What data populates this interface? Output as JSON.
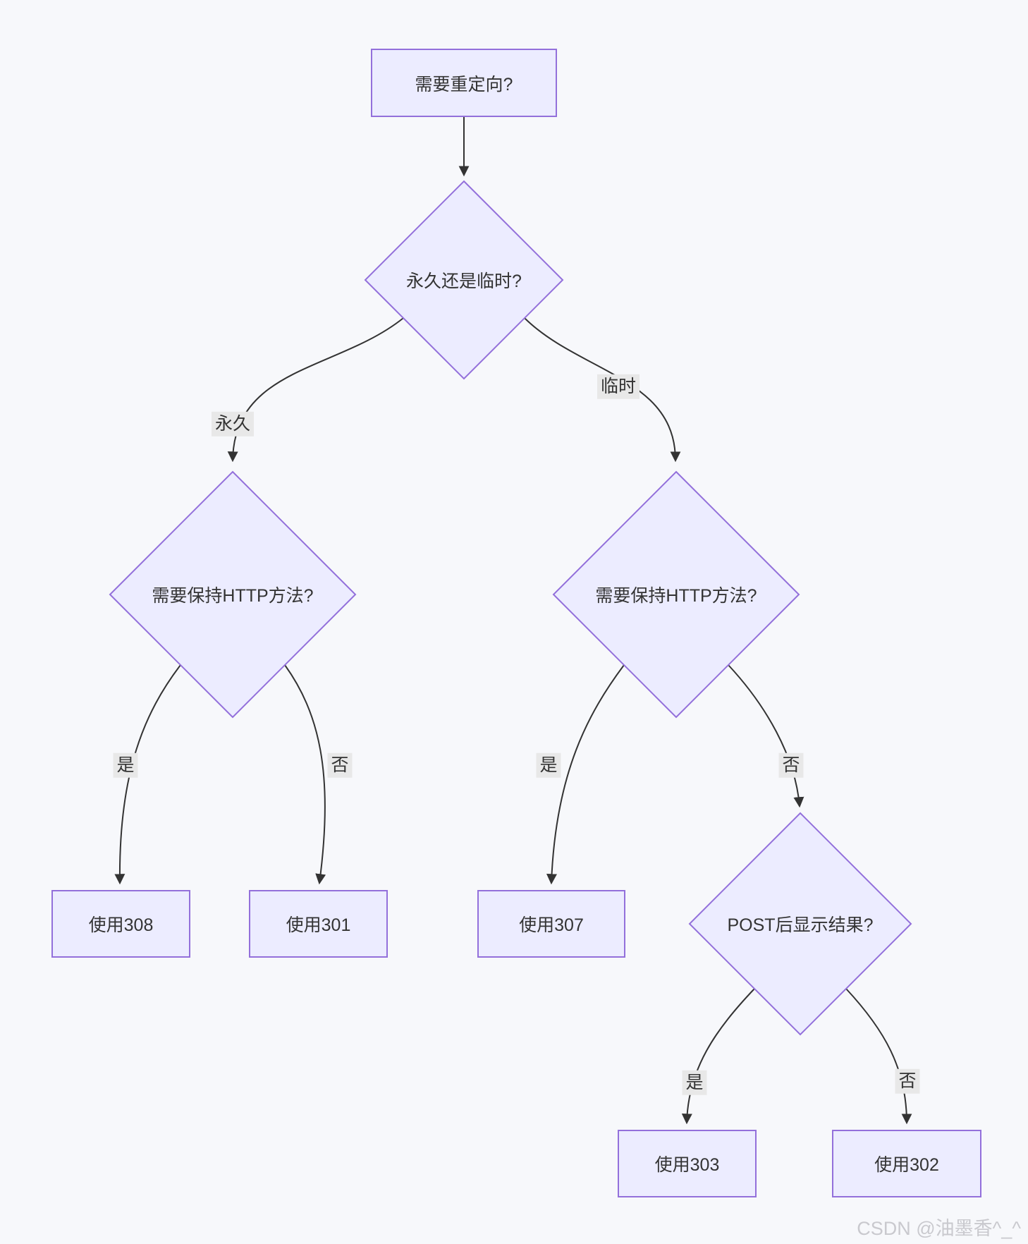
{
  "diagram": {
    "title_hint": "HTTP redirect decision flowchart",
    "colors": {
      "background": "#f7f8fb",
      "node_fill": "#ECECFF",
      "node_border": "#9370DB",
      "edge": "#333333",
      "edge_label_bg": "#e8e8e8",
      "text": "#333333",
      "watermark": "#c9c9ce"
    },
    "nodes": {
      "start": {
        "label": "需要重定向?",
        "shape": "rect"
      },
      "perm_or_temp": {
        "label": "永久还是临时?",
        "shape": "diamond"
      },
      "keep_method_perm": {
        "label": "需要保持HTTP方法?",
        "shape": "diamond"
      },
      "keep_method_temp": {
        "label": "需要保持HTTP方法?",
        "shape": "diamond"
      },
      "post_result": {
        "label": "POST后显示结果?",
        "shape": "diamond"
      },
      "use308": {
        "label": "使用308",
        "shape": "rect"
      },
      "use301": {
        "label": "使用301",
        "shape": "rect"
      },
      "use307": {
        "label": "使用307",
        "shape": "rect"
      },
      "use303": {
        "label": "使用303",
        "shape": "rect"
      },
      "use302": {
        "label": "使用302",
        "shape": "rect"
      }
    },
    "edge_labels": {
      "permanent": "永久",
      "temporary": "临时",
      "perm_yes": "是",
      "perm_no": "否",
      "temp_yes": "是",
      "temp_no": "否",
      "post_yes": "是",
      "post_no": "否"
    },
    "watermark": "CSDN @油墨香^_^"
  }
}
